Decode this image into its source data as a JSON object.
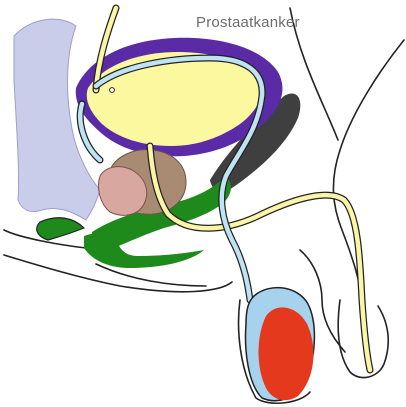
{
  "diagram": {
    "title": "Prostaatkanker",
    "structures": [
      {
        "name": "bladder",
        "color": "#fbf8a0"
      },
      {
        "name": "bladder-wall",
        "color": "#5b2aa6"
      },
      {
        "name": "prostate",
        "color": "#a98b73"
      },
      {
        "name": "prostate-tumor",
        "color": "#d8a7a0"
      },
      {
        "name": "rectum",
        "color": "#c9cdea"
      },
      {
        "name": "seminal-vesicle",
        "color": "#3f3f3f"
      },
      {
        "name": "urethra-muscle",
        "color": "#1f8a1c"
      },
      {
        "name": "vas-deferens",
        "color": "#bfe3f3"
      },
      {
        "name": "ureter",
        "color": "#fbf6a6"
      },
      {
        "name": "testis",
        "color": "#e5391e"
      },
      {
        "name": "epididymis",
        "color": "#a7d2ee"
      }
    ]
  }
}
